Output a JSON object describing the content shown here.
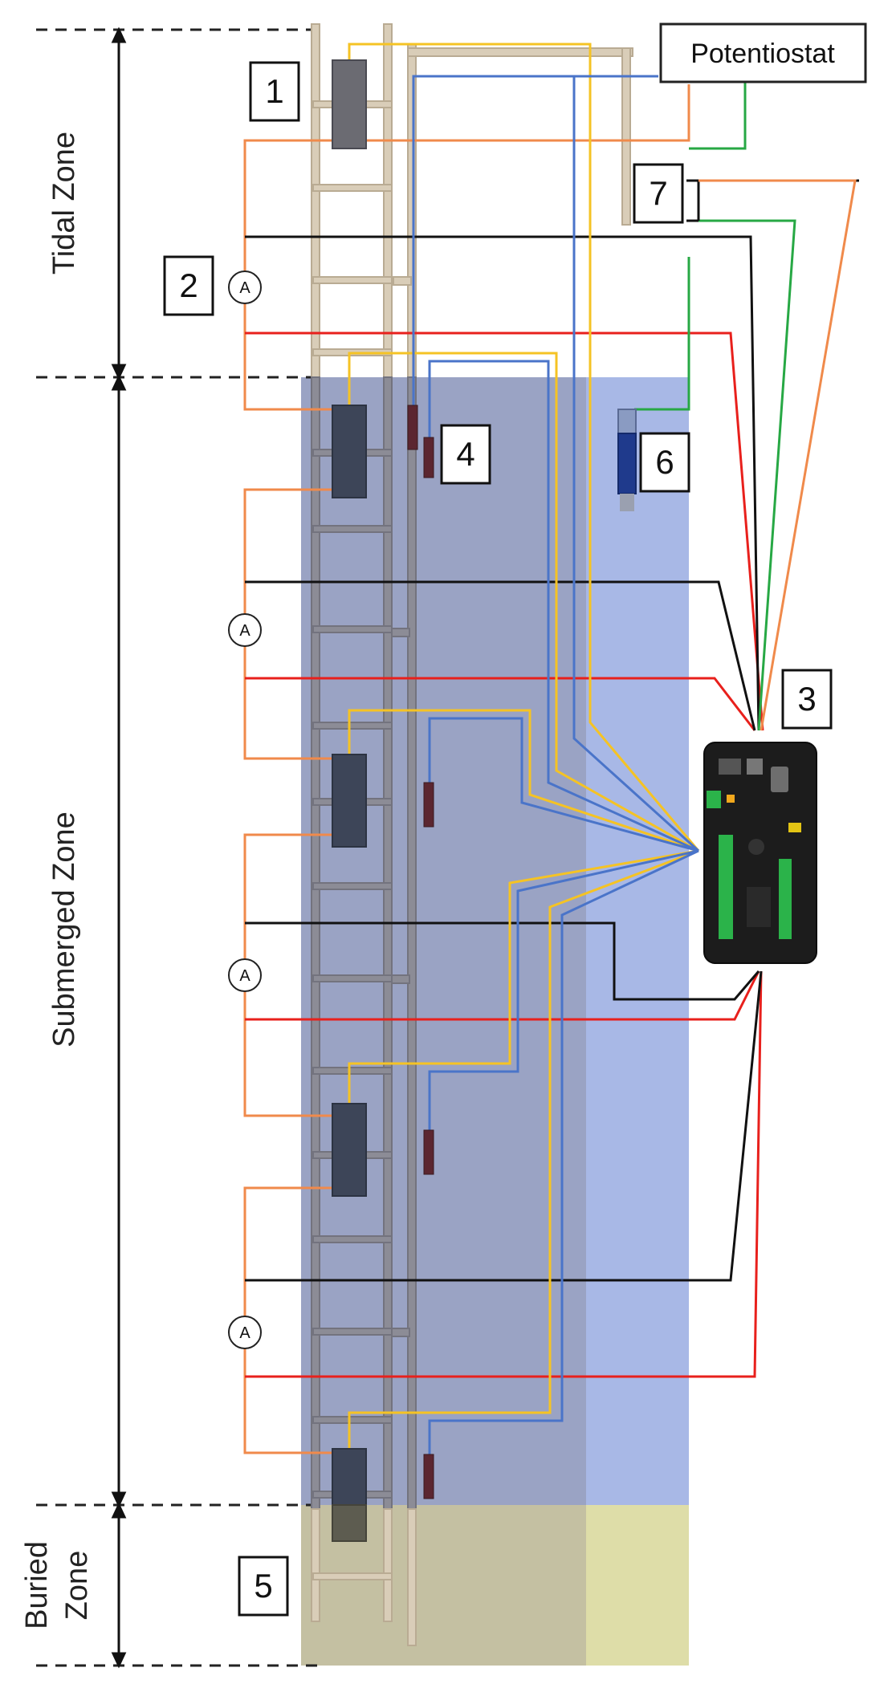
{
  "zones": {
    "tidal": "Tidal Zone",
    "submerged": "Submerged Zone",
    "buried_line1": "Buried",
    "buried_line2": "Zone"
  },
  "instrument": {
    "potentiostat": "Potentiostat"
  },
  "callouts": [
    "1",
    "2",
    "3",
    "4",
    "5",
    "6",
    "7"
  ],
  "ammeter_symbol": "A",
  "colors": {
    "water_dark": "#9aa3c4",
    "water_light": "#a8b8e6",
    "sediment_dark": "#c4c0a2",
    "sediment_light": "#dedda8",
    "wire_orange": "#f08a4b",
    "wire_red": "#e8201c",
    "wire_black": "#111111",
    "wire_yellow": "#f5c324",
    "wire_blue": "#4a74c9",
    "wire_green": "#27a844",
    "frame_tan": "#d9cdb8",
    "frame_grey": "#8c8c96"
  }
}
